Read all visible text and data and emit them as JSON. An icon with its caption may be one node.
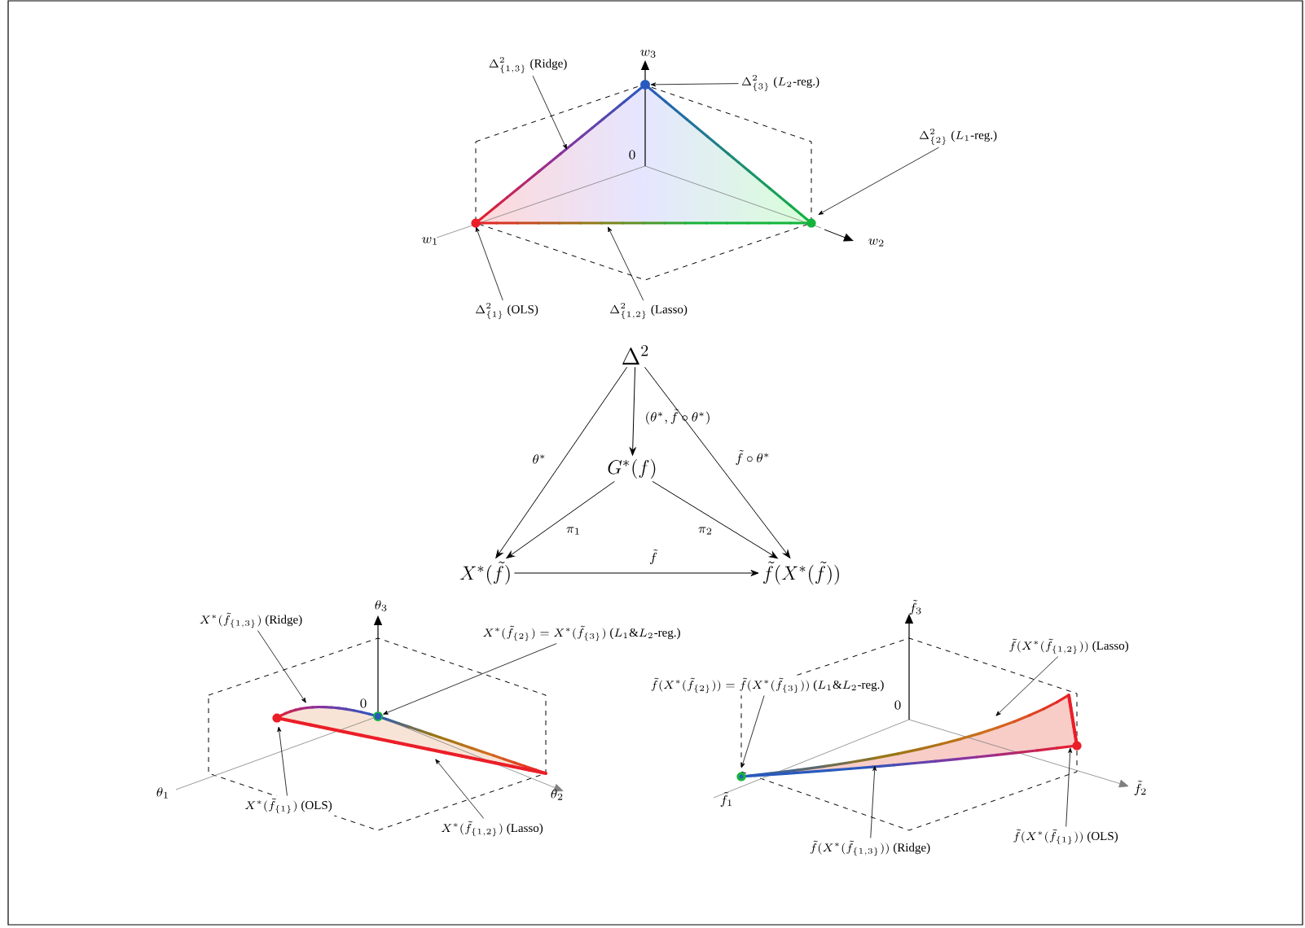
{
  "diagram": {
    "nodes": [
      {
        "text": [
          "\\Delta^2"
        ]
      },
      {
        "text": [
          "G^*(f)"
        ]
      },
      {
        "text": [
          "X^*(\\tilde{f})"
        ]
      },
      {
        "text": [
          "\\tilde{f}(X^*(\\tilde{f}))"
        ]
      },
      {
        "text": [
          "\\Delta^2_{\\{1,3\\}}\\ \\text{(Ridge)}"
        ]
      },
      {
        "text": [
          "\\Delta^2_{\\{3\\}}\\ \\text{(}L_2\\text{-reg.)}"
        ]
      },
      {
        "text": [
          "\\Delta^2_{\\{2\\}}\\ \\text{(}L_1\\text{-reg.)}"
        ]
      },
      {
        "text": [
          "\\Delta^2_{\\{1\\}}\\ \\text{(OLS)}"
        ]
      },
      {
        "text": [
          "\\Delta^2_{\\{1,2\\}}\\ \\text{(Lasso)}"
        ]
      },
      {
        "text": [
          "X^*(\\tilde{f}_{\\{1,3\\}})\\ \\text{(Ridge)}"
        ]
      },
      {
        "text": [
          "X^*(\\tilde{f}_{\\{2\\}}) = X^*(\\tilde{f}_{\\{3\\}})\\ \\text{(}L_1\\&L_2\\text{-reg.)}"
        ]
      },
      {
        "text": [
          "X^*(\\tilde{f}_{\\{1\\}})\\ \\text{(OLS)}"
        ]
      },
      {
        "text": [
          "X^*(\\tilde{f}_{\\{1,2\\}})\\ \\text{(Lasso)}"
        ]
      },
      {
        "text": [
          "\\tilde{f}(X^*(\\tilde{f}_{\\{1,2\\}}))\\ \\text{(Lasso)}"
        ]
      },
      {
        "text": [
          "\\tilde{f}(X^*(\\tilde{f}_{\\{2\\}})) = \\tilde{f}(X^*(\\tilde{f}_{\\{3\\}}))\\ \\text{(}L_1\\&L_2\\text{-reg.)}"
        ]
      },
      {
        "text": [
          "\\tilde{f}(X^*(\\tilde{f}_{\\{1,3\\}}))\\ \\text{(Ridge)}"
        ]
      },
      {
        "text": [
          "\\tilde{f}(X^*(\\tilde{f}_{\\{1\\}}))\\ \\text{(OLS)}"
        ]
      },
      {
        "text": [],
        "shape": "circle"
      },
      {
        "text": [],
        "shape": "circle"
      }
    ],
    "edges": [
      {
        "from": 0,
        "to": 2,
        "arrow": "to",
        "label": "\\theta^*"
      },
      {
        "from": 0,
        "to": 1,
        "arrow": "to",
        "label": "(\\theta^*,\\tilde{f}\\circ\\theta^*)"
      },
      {
        "from": 0,
        "to": 3,
        "arrow": "to",
        "label": "\\tilde{f}\\circ\\theta^*"
      },
      {
        "from": 1,
        "to": 2,
        "arrow": "to",
        "label": "\\pi_1"
      },
      {
        "from": 1,
        "to": 3,
        "arrow": "to",
        "label": "\\pi_2"
      },
      {
        "from": 2,
        "to": 3,
        "arrow": "to",
        "label": "\\tilde{f}"
      },
      {
        "from": 4,
        "to": null,
        "arrow": "to"
      },
      {
        "from": 5,
        "to": 17,
        "arrow": "to"
      },
      {
        "from": 6,
        "to": null,
        "arrow": "to"
      },
      {
        "from": 7,
        "to": null,
        "arrow": "to"
      },
      {
        "from": 8,
        "to": null,
        "arrow": "to"
      },
      {
        "from": 9,
        "to": null,
        "arrow": "to"
      },
      {
        "from": 10,
        "to": 18,
        "arrow": "to"
      },
      {
        "from": 11,
        "to": null,
        "arrow": "to"
      },
      {
        "from": 12,
        "to": null,
        "arrow": "to"
      },
      {
        "from": 13,
        "to": null,
        "arrow": "to"
      },
      {
        "from": 14,
        "to": null,
        "arrow": "to"
      },
      {
        "from": 15,
        "to": null,
        "arrow": "to"
      },
      {
        "from": 16,
        "to": null,
        "arrow": "to"
      }
    ],
    "labels": [
      "w_3",
      "0",
      "w_1",
      "w_2",
      "\\theta_3",
      "0",
      "\\theta_1",
      "\\theta_2",
      "\\tilde{f}_3",
      "0",
      "\\tilde{f}_1",
      "\\tilde{f}_2"
    ]
  }
}
